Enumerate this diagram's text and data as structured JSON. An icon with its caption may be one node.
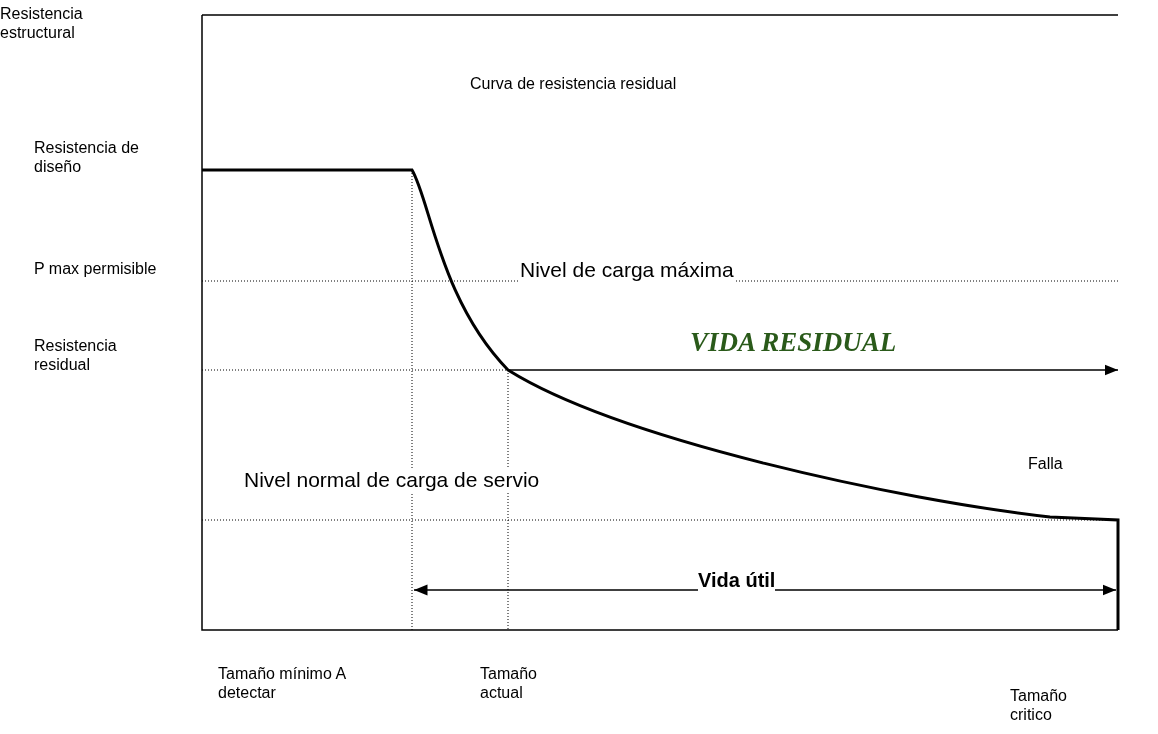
{
  "diagram": {
    "labels": [
      "Resistencia estructural",
      "Curva de resistencia residual",
      "Resistencia de diseño",
      "Nivel de carga máxima",
      "P max permisible",
      "Resistencia residual",
      "VIDA RESIDUAL",
      "Falla",
      "Nivel normal de carga de servio",
      "Vida útil",
      "Tamaño mínimo A detectar",
      "Tamaño actual",
      "Tamaño critico"
    ]
  }
}
